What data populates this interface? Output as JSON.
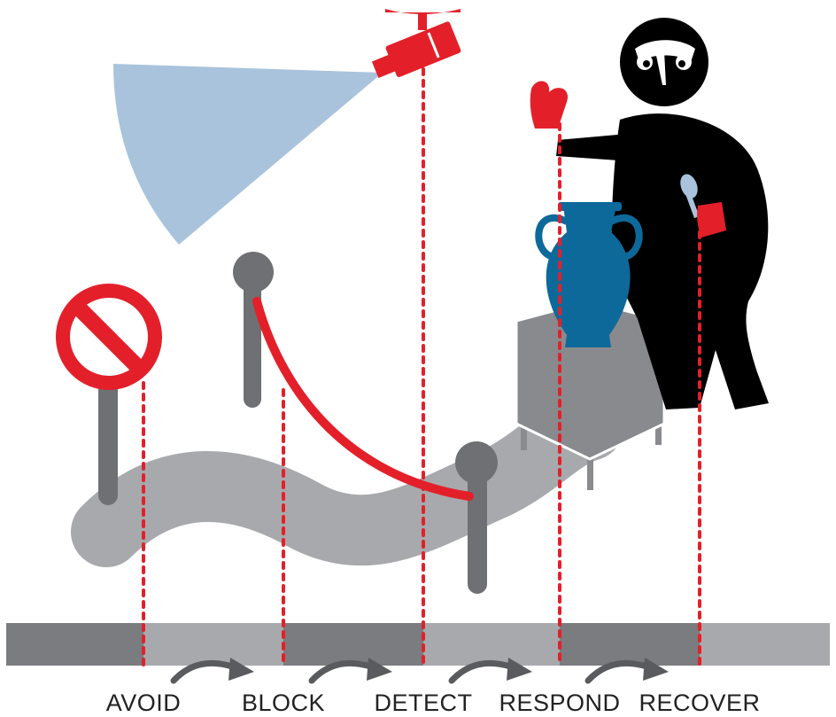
{
  "stages": [
    {
      "label": "AVOID"
    },
    {
      "label": "BLOCK"
    },
    {
      "label": "DETECT"
    },
    {
      "label": "RESPOND"
    },
    {
      "label": "RECOVER"
    }
  ],
  "colors": {
    "accent_red": "#e3202a",
    "dark_gray": "#6f7073",
    "mid_gray": "#898a8d",
    "light_gray": "#a8a9ac",
    "vase_blue": "#0e699b",
    "beam_blue": "#a9c3dc",
    "figure_black": "#000000"
  }
}
